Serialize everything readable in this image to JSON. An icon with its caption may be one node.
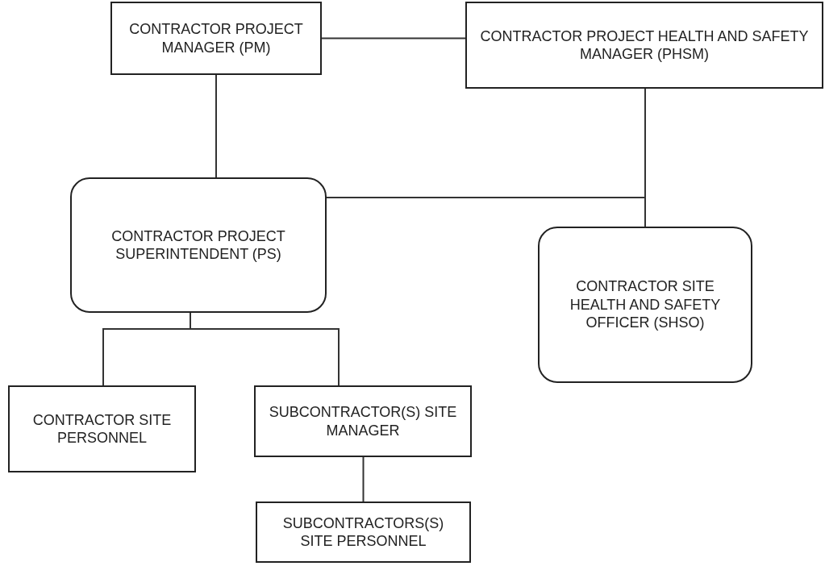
{
  "diagram": {
    "nodes": [
      {
        "text": [
          "CONTRACTOR PROJECT MANAGER (PM)"
        ]
      },
      {
        "text": [
          "CONTRACTOR PROJECT HEALTH AND SAFETY MANAGER (PHSM)"
        ]
      },
      {
        "text": [
          "CONTRACTOR PROJECT SUPERINTENDENT (PS)"
        ]
      },
      {
        "text": [
          "CONTRACTOR SITE HEALTH AND SAFETY OFFICER (SHSO)"
        ]
      },
      {
        "text": [
          "CONTRACTOR SITE PERSONNEL"
        ]
      },
      {
        "text": [
          "SUBCONTRACTOR(S) SITE MANAGER"
        ]
      },
      {
        "text": [
          "SUBCONTRACTORS(S) SITE PERSONNEL"
        ]
      }
    ],
    "edges": [
      {
        "from": 0,
        "to": 1,
        "arrow": "none"
      },
      {
        "from": 0,
        "to": 2,
        "arrow": "none"
      },
      {
        "from": 1,
        "to": 3,
        "arrow": "none"
      },
      {
        "from": 2,
        "to": 3,
        "arrow": "none"
      },
      {
        "from": 2,
        "to": 4,
        "arrow": "none"
      },
      {
        "from": 2,
        "to": 5,
        "arrow": "none"
      },
      {
        "from": 5,
        "to": 6,
        "arrow": "none"
      }
    ]
  }
}
